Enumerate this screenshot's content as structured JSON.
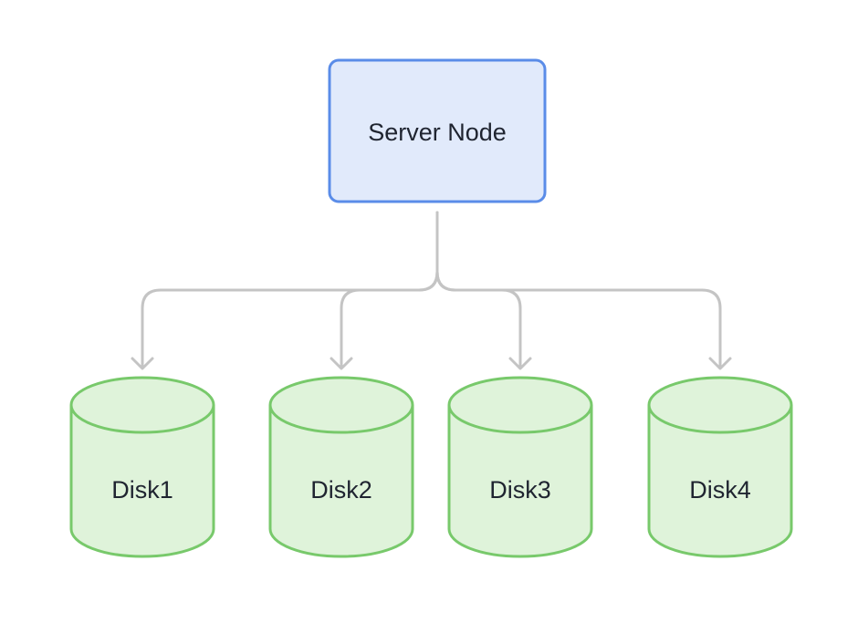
{
  "diagram": {
    "server": {
      "label": "Server Node",
      "fill": "#e1eafb",
      "stroke": "#5a8ce8"
    },
    "disks": [
      {
        "label": "Disk1"
      },
      {
        "label": "Disk2"
      },
      {
        "label": "Disk3"
      },
      {
        "label": "Disk4"
      }
    ],
    "disk_fill": "#dff3da",
    "disk_stroke": "#78c96b",
    "connector_color": "#c4c4c4"
  }
}
